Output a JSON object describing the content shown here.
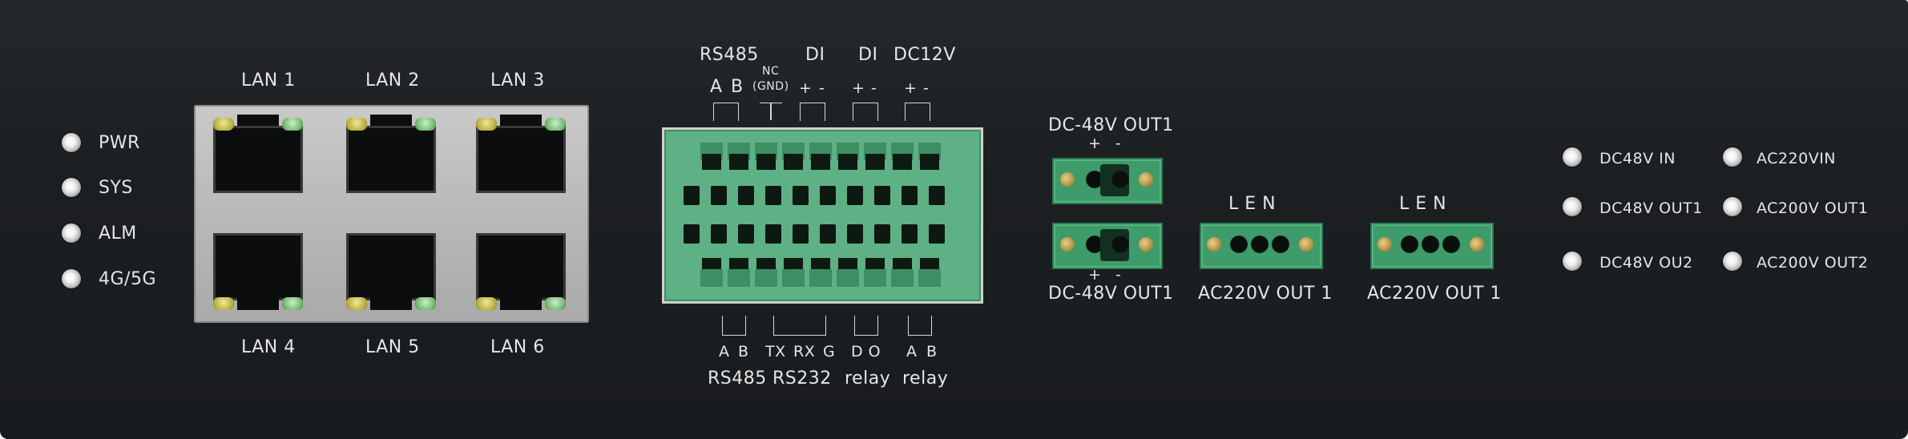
{
  "status_leds": [
    "PWR",
    "SYS",
    "ALM",
    "4G/5G"
  ],
  "lan_ports": {
    "top": [
      "LAN 1",
      "LAN 2",
      "LAN 3"
    ],
    "bottom": [
      "LAN 4",
      "LAN 5",
      "LAN 6"
    ]
  },
  "terminal_top": {
    "rs485": "RS485",
    "rs485_pins": [
      "A",
      "B"
    ],
    "nc": "NC",
    "gnd": "(GND)",
    "di1": "DI",
    "di2": "DI",
    "dc12v": "DC12V",
    "plus": "+",
    "minus": "-"
  },
  "terminal_bottom": {
    "rs485_pins": [
      "A",
      "B"
    ],
    "rs232_pins": [
      "TX",
      "RX",
      "G"
    ],
    "do_pins": "D O",
    "relay_pins": [
      "A",
      "B"
    ],
    "labels": [
      "RS485",
      "RS232",
      "relay",
      "relay"
    ]
  },
  "dc_out": {
    "top_label": "DC-48V OUT1",
    "bottom_label": "DC-48V OUT1",
    "plus": "+",
    "minus": "-"
  },
  "ac_out": [
    {
      "pins": "L  E  N",
      "label": "AC220V OUT  1"
    },
    {
      "pins": "L  E  N",
      "label": "AC220V OUT  1"
    }
  ],
  "power_leds": {
    "left": [
      "DC48V IN",
      "DC48V OUT1",
      "DC48V OU2"
    ],
    "right": [
      "AC220VIN",
      "AC200V OUT1",
      "AC200V OUT2"
    ]
  }
}
